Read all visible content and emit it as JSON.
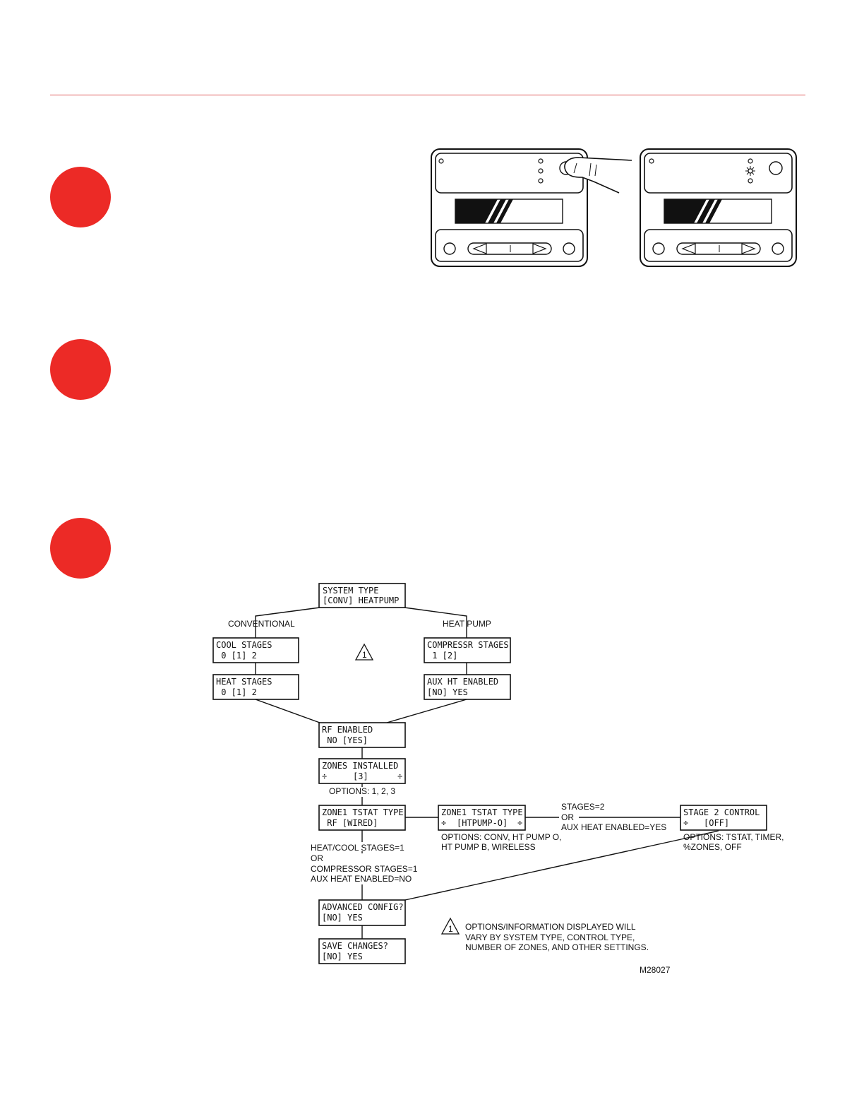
{
  "steps": [
    {
      "id": "step-1"
    },
    {
      "id": "step-2"
    },
    {
      "id": "step-3"
    }
  ],
  "diagram": {
    "system_type": {
      "line1": "SYSTEM TYPE",
      "line2": "[CONV] HEATPUMP"
    },
    "branch_conventional": "CONVENTIONAL",
    "branch_heat_pump": "HEAT PUMP",
    "cool_stages": {
      "line1": "COOL STAGES",
      "line2": " 0 [1] 2"
    },
    "heat_stages": {
      "line1": "HEAT STAGES",
      "line2": " 0 [1] 2"
    },
    "compressor_stages": {
      "line1": "COMPRESSR STAGES",
      "line2": " 1 [2]"
    },
    "aux_ht_enabled": {
      "line1": "AUX HT ENABLED",
      "line2": "[NO] YES"
    },
    "note_marker": "1",
    "rf_enabled": {
      "line1": "RF ENABLED",
      "line2": " NO [YES]"
    },
    "zones_installed": {
      "line1": "ZONES INSTALLED",
      "line2_left": "÷",
      "line2_mid": "[3]",
      "line2_right": "÷"
    },
    "zones_options": "OPTIONS: 1, 2, 3",
    "zone1_tstat_type_rf": {
      "line1": "ZONE1 TSTAT TYPE",
      "line2": " RF [WIRED]"
    },
    "zone1_tstat_type_hp": {
      "line1": "ZONE1 TSTAT TYPE",
      "line2_left": "÷",
      "line2_mid": "[HTPUMP-O]",
      "line2_right": "÷"
    },
    "zone1_options": [
      "OPTIONS: CONV, HT PUMP O,",
      "HT PUMP B, WIRELESS"
    ],
    "stages_condition": [
      "STAGES=2",
      "OR",
      "AUX HEAT ENABLED=YES"
    ],
    "stage2_control": {
      "line1": "STAGE 2 CONTROL",
      "line2_left": "÷",
      "line2_mid": "[OFF]"
    },
    "stage2_options": [
      "OPTIONS: TSTAT, TIMER,",
      "%ZONES, OFF"
    ],
    "heatcool_condition": [
      "HEAT/COOL STAGES=1",
      "OR",
      "COMPRESSOR STAGES=1",
      "AUX HEAT ENABLED=NO"
    ],
    "advanced_config": {
      "line1": "ADVANCED CONFIG?",
      "line2": "[NO] YES"
    },
    "save_changes": {
      "line1": "SAVE CHANGES?",
      "line2": "[NO] YES"
    },
    "footnote": [
      "OPTIONS/INFORMATION DISPLAYED WILL",
      "VARY BY SYSTEM TYPE, CONTROL TYPE,",
      "NUMBER OF ZONES, AND OTHER SETTINGS."
    ],
    "figure_code": "M28027"
  }
}
